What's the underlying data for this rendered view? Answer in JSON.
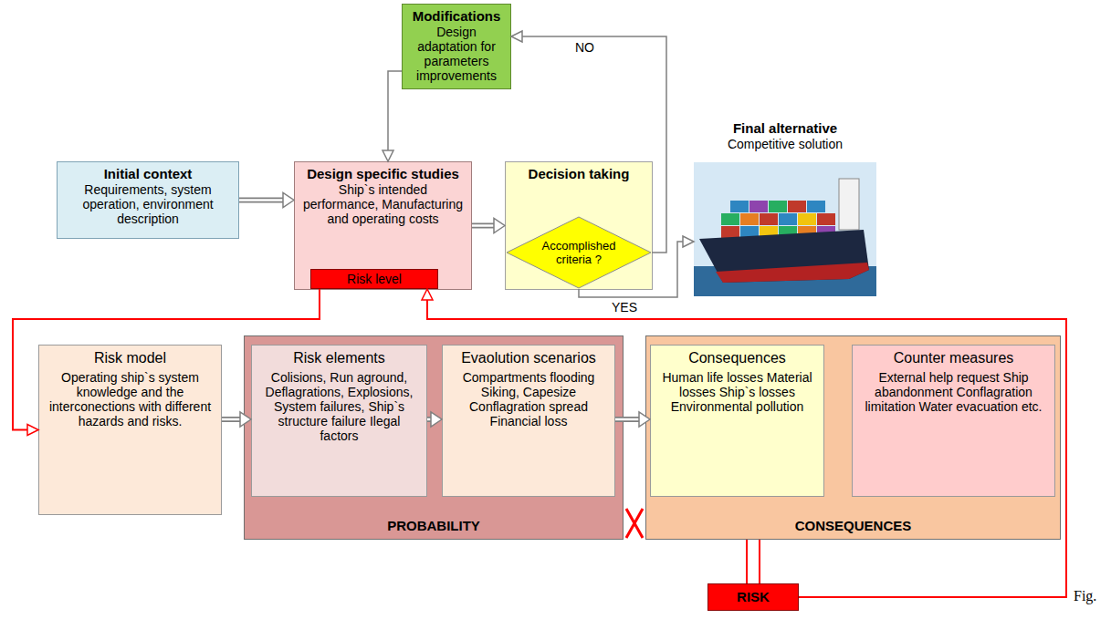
{
  "diagram": {
    "nodes": [
      {
        "text": [
          "Modifications",
          "Design adaptation for parameters improvements"
        ]
      },
      {
        "text": [
          "Initial context",
          "Requirements, system operation, environment description"
        ]
      },
      {
        "text": [
          "Design specific studies",
          "Ship`s intended performance, Manufacturing and operating costs"
        ]
      },
      {
        "text": [
          "Risk level"
        ],
        "in": 2
      },
      {
        "text": [
          "Decision taking"
        ]
      },
      {
        "text": [
          "Accomplished criteria ?"
        ],
        "in": 4
      },
      {
        "text": [
          "Final alternative",
          "Competitive solution"
        ]
      },
      {
        "text": [
          "Risk model",
          "Operating ship`s system knowledge and the interconections with different hazards and risks."
        ]
      },
      {
        "text": [
          "PROBABILITY"
        ]
      },
      {
        "text": [
          "Risk elements",
          "Colisions, Run aground, Deflagrations, Explosions, System failures, Ship`s structure failure Ilegal factors"
        ],
        "in": 8
      },
      {
        "text": [
          "Evaolution scenarios",
          "Compartments flooding Siking, Capesize Conflagration spread Financial loss"
        ],
        "in": 8
      },
      {
        "text": [
          "CONSEQUENCES"
        ]
      },
      {
        "text": [
          "Consequences",
          "Human life losses Material losses Ship`s losses Environmental pollution"
        ],
        "in": 11
      },
      {
        "text": [
          "Counter measures",
          "External help request Ship abandonment Conflagration limitation Water evacuation etc."
        ],
        "in": 11
      },
      {
        "text": [
          "RISK"
        ]
      }
    ],
    "edges": [
      {
        "from": 1,
        "to": 2,
        "arrow": "to"
      },
      {
        "from": 2,
        "to": 4,
        "arrow": "to"
      },
      {
        "from": 5,
        "to": 0,
        "label": "NO",
        "arrow": "to"
      },
      {
        "from": 0,
        "to": 2,
        "arrow": "to"
      },
      {
        "from": 5,
        "to": 6,
        "label": "YES",
        "arrow": "to"
      },
      {
        "from": 3,
        "to": 7,
        "arrow": "to"
      },
      {
        "from": 7,
        "to": 9,
        "arrow": "to"
      },
      {
        "from": 9,
        "to": 10,
        "arrow": "to"
      },
      {
        "from": 10,
        "to": 12,
        "arrow": "to"
      },
      {
        "from": 11,
        "to": 14,
        "arrow": "none"
      },
      {
        "from": 14,
        "to": 3,
        "arrow": "to"
      }
    ],
    "labels": [
      "Fig."
    ]
  }
}
